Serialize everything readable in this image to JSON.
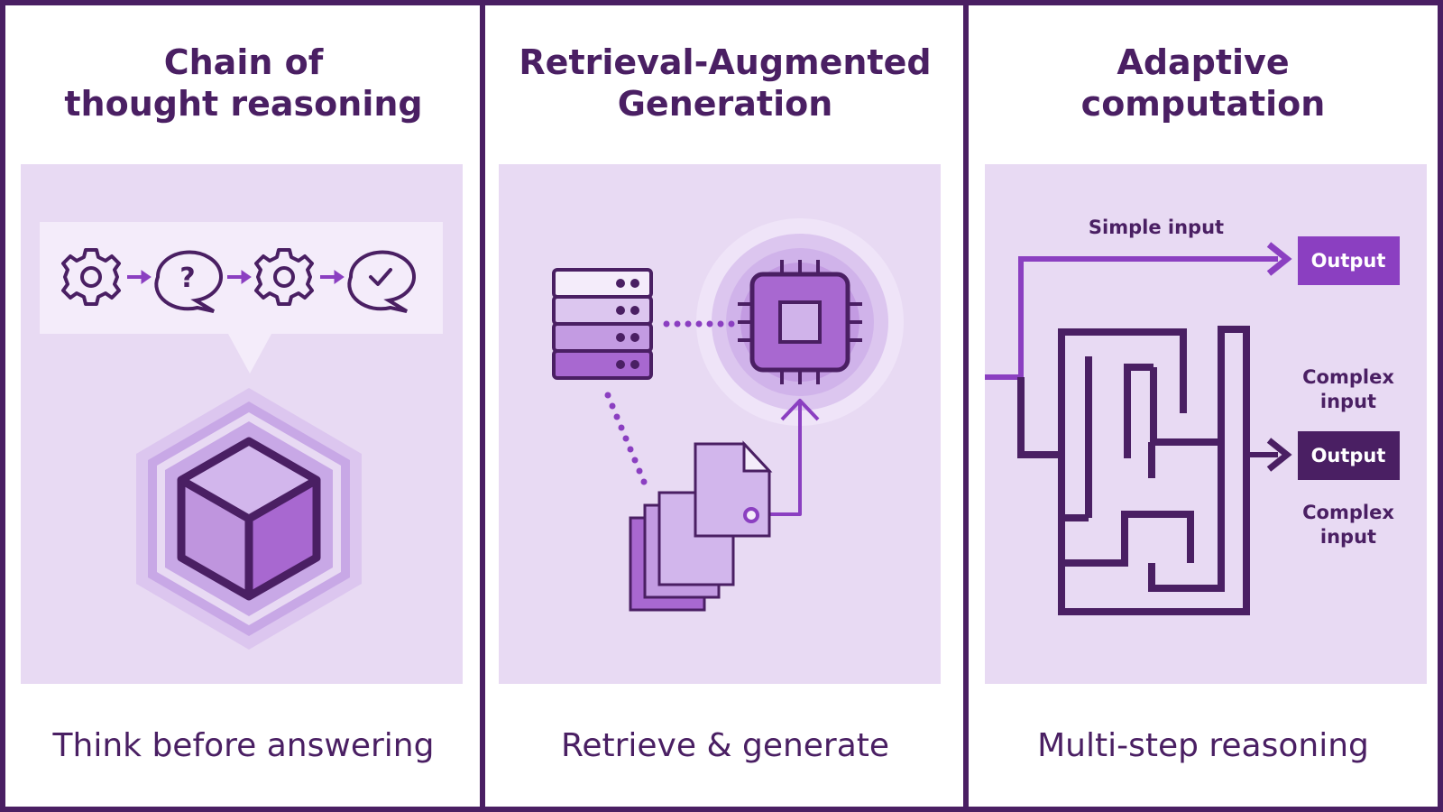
{
  "colors": {
    "frame": "#4a1f63",
    "panel_bg": "#e8daf3",
    "accent": "#8b3fc1",
    "dark_box": "#4a1f63",
    "light_violet": "#b67fda"
  },
  "panels": [
    {
      "title_lines": [
        "Chain of",
        "thought reasoning"
      ],
      "caption": "Think before answering",
      "icons": [
        "gear-icon",
        "question-bubble-icon",
        "gear-icon",
        "check-bubble-icon",
        "cube-icon"
      ]
    },
    {
      "title_lines": [
        "Retrieval-Augmented",
        "Generation"
      ],
      "caption": "Retrieve & generate",
      "icons": [
        "server-stack-icon",
        "chip-icon",
        "document-stack-icon"
      ]
    },
    {
      "title_lines": [
        "Adaptive",
        "computation"
      ],
      "caption": "Multi-step reasoning",
      "labels": {
        "simple_input": "Simple input",
        "output_top": "Output",
        "complex_input_a": [
          "Complex",
          "input"
        ],
        "output_bottom": "Output",
        "complex_input_b": [
          "Complex",
          "input"
        ]
      },
      "icons": [
        "maze-icon"
      ]
    }
  ]
}
